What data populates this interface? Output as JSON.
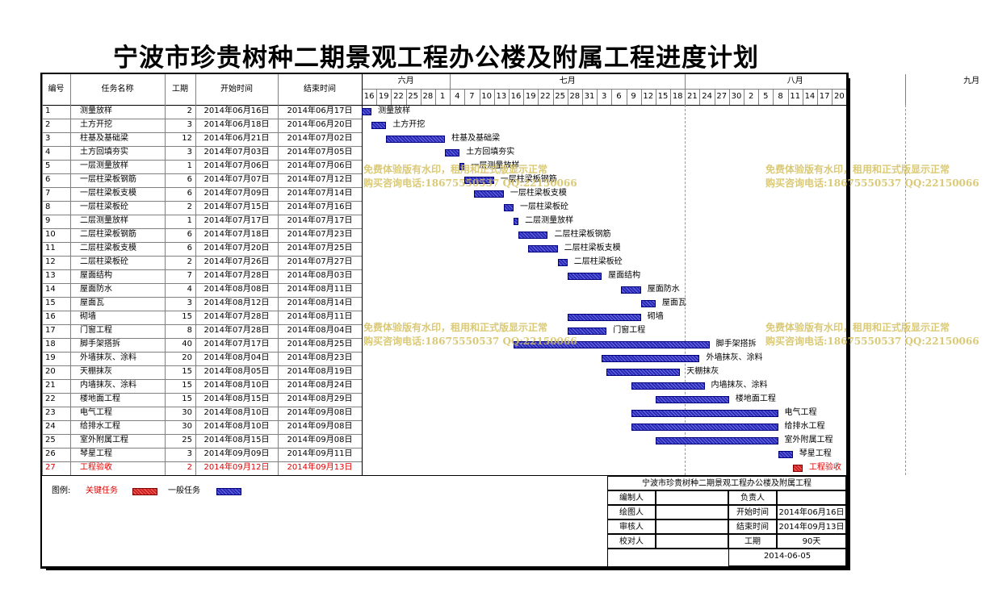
{
  "title": "宁波市珍贵树种二期景观工程办公楼及附属工程进度计划",
  "headers": {
    "no": "编号",
    "name": "任务名称",
    "duration": "工期",
    "start": "开始时间",
    "end": "结束时间"
  },
  "months": [
    {
      "label": "六月",
      "from": 0,
      "to": 6
    },
    {
      "label": "七月",
      "from": 6,
      "to": 22
    },
    {
      "label": "八月",
      "from": 22,
      "to": 37
    },
    {
      "label": "九月",
      "from": 37,
      "to": 46
    }
  ],
  "day_ticks": [
    "16",
    "19",
    "22",
    "25",
    "28",
    "1",
    "4",
    "7",
    "10",
    "13",
    "16",
    "19",
    "22",
    "25",
    "28",
    "31",
    "3",
    "6",
    "9",
    "12",
    "15",
    "18",
    "21",
    "24",
    "27",
    "30",
    "2",
    "5",
    "8",
    "11",
    "14",
    "17",
    "20"
  ],
  "chart_data": {
    "type": "gantt",
    "time_axis": {
      "start": "2014-06-16",
      "end": "2014-09-19",
      "tick_step_days": 3
    },
    "tasks": [
      {
        "id": "1",
        "name": "测量放样",
        "duration": "2",
        "start": "2014年06月16日",
        "end": "2014年06月17日",
        "critical": false
      },
      {
        "id": "2",
        "name": "土方开挖",
        "duration": "3",
        "start": "2014年06月18日",
        "end": "2014年06月20日",
        "critical": false
      },
      {
        "id": "3",
        "name": "柱基及基础梁",
        "duration": "12",
        "start": "2014年06月21日",
        "end": "2014年07月02日",
        "critical": false
      },
      {
        "id": "4",
        "name": "土方回填夯实",
        "duration": "3",
        "start": "2014年07月03日",
        "end": "2014年07月05日",
        "critical": false
      },
      {
        "id": "5",
        "name": "一层测量放样",
        "duration": "1",
        "start": "2014年07月06日",
        "end": "2014年07月06日",
        "critical": false
      },
      {
        "id": "6",
        "name": "一层柱梁板钢筋",
        "duration": "6",
        "start": "2014年07月07日",
        "end": "2014年07月12日",
        "critical": false
      },
      {
        "id": "7",
        "name": "一层柱梁板支模",
        "duration": "6",
        "start": "2014年07月09日",
        "end": "2014年07月14日",
        "critical": false
      },
      {
        "id": "8",
        "name": "一层柱梁板砼",
        "duration": "2",
        "start": "2014年07月15日",
        "end": "2014年07月16日",
        "critical": false
      },
      {
        "id": "9",
        "name": "二层测量放样",
        "duration": "1",
        "start": "2014年07月17日",
        "end": "2014年07月17日",
        "critical": false
      },
      {
        "id": "10",
        "name": "二层柱梁板钢筋",
        "duration": "6",
        "start": "2014年07月18日",
        "end": "2014年07月23日",
        "critical": false
      },
      {
        "id": "11",
        "name": "二层柱梁板支模",
        "duration": "6",
        "start": "2014年07月20日",
        "end": "2014年07月25日",
        "critical": false
      },
      {
        "id": "12",
        "name": "二层柱梁板砼",
        "duration": "2",
        "start": "2014年07月26日",
        "end": "2014年07月27日",
        "critical": false
      },
      {
        "id": "13",
        "name": "屋面结构",
        "duration": "7",
        "start": "2014年07月28日",
        "end": "2014年08月03日",
        "critical": false
      },
      {
        "id": "14",
        "name": "屋面防水",
        "duration": "4",
        "start": "2014年08月08日",
        "end": "2014年08月11日",
        "critical": false
      },
      {
        "id": "15",
        "name": "屋面瓦",
        "duration": "3",
        "start": "2014年08月12日",
        "end": "2014年08月14日",
        "critical": false
      },
      {
        "id": "16",
        "name": "砌墙",
        "duration": "15",
        "start": "2014年07月28日",
        "end": "2014年08月11日",
        "critical": false
      },
      {
        "id": "17",
        "name": "门窗工程",
        "duration": "8",
        "start": "2014年07月28日",
        "end": "2014年08月04日",
        "critical": false
      },
      {
        "id": "18",
        "name": "脚手架搭拆",
        "duration": "40",
        "start": "2014年07月17日",
        "end": "2014年08月25日",
        "critical": false
      },
      {
        "id": "19",
        "name": "外墙抹灰、涂料",
        "duration": "20",
        "start": "2014年08月04日",
        "end": "2014年08月23日",
        "critical": false
      },
      {
        "id": "20",
        "name": "天棚抹灰",
        "duration": "15",
        "start": "2014年08月05日",
        "end": "2014年08月19日",
        "critical": false
      },
      {
        "id": "21",
        "name": "内墙抹灰、涂料",
        "duration": "15",
        "start": "2014年08月10日",
        "end": "2014年08月24日",
        "critical": false
      },
      {
        "id": "22",
        "name": "楼地面工程",
        "duration": "15",
        "start": "2014年08月15日",
        "end": "2014年08月29日",
        "critical": false
      },
      {
        "id": "23",
        "name": "电气工程",
        "duration": "30",
        "start": "2014年08月10日",
        "end": "2014年09月08日",
        "critical": false
      },
      {
        "id": "24",
        "name": "给排水工程",
        "duration": "30",
        "start": "2014年08月10日",
        "end": "2014年09月08日",
        "critical": false
      },
      {
        "id": "25",
        "name": "室外附属工程",
        "duration": "25",
        "start": "2014年08月15日",
        "end": "2014年09月08日",
        "critical": false
      },
      {
        "id": "26",
        "name": "琴星工程",
        "duration": "3",
        "start": "2014年09月09日",
        "end": "2014年09月11日",
        "critical": false
      },
      {
        "id": "27",
        "name": "工程验收",
        "duration": "2",
        "start": "2014年09月12日",
        "end": "2014年09月13日",
        "critical": true
      }
    ]
  },
  "legend": {
    "label": "图例:",
    "critical": "关键任务",
    "normal": "一般任务"
  },
  "colors": {
    "critical": "#e03030",
    "normal": "#3030c0",
    "critical_text": "#e00000",
    "watermark": "#d4c060"
  },
  "title_block": {
    "title": "宁波市珍贵树种二期景观工程办公楼及附属工程",
    "editor_label": "编制人",
    "owner_label": "负责人",
    "drawer_label": "绘图人",
    "start_label": "开始时间",
    "start_value": "2014年06月16日",
    "reviewer_label": "审核人",
    "end_label": "结束时间",
    "end_value": "2014年09月13日",
    "checker_label": "校对人",
    "duration_label": "工期",
    "duration_value": "90天",
    "date": "2014-06-05"
  },
  "watermark": {
    "line1": "免费体验版有水印，租用和正式版显示正常",
    "line2": "购买咨询电话:18675550537 QQ:22150066"
  }
}
